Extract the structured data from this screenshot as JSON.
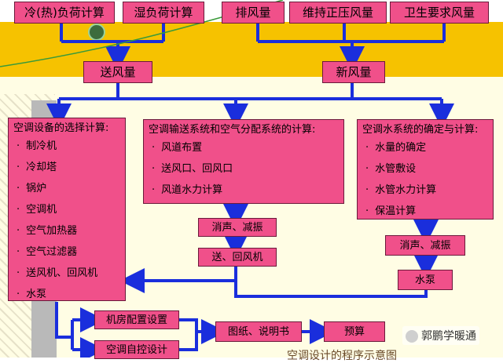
{
  "top_boxes": [
    "冷(热)负荷计算",
    "湿负荷计算",
    "排风量",
    "维持正压风量",
    "卫生要求风量"
  ],
  "middle_boxes": {
    "supply_air": "送风量",
    "fresh_air": "新风量"
  },
  "equipment": {
    "title": "空调设备的选择计算:",
    "items": [
      "制冷机",
      "冷却塔",
      "锅炉",
      "空调机",
      "空气加热器",
      "空气过滤器",
      "送风机、回风机",
      "水泵"
    ]
  },
  "air_system": {
    "title": "空调输送系统和空气分配系统的计算:",
    "items": [
      "风道布置",
      "送风口、回风口",
      "风道水力计算"
    ]
  },
  "water_system": {
    "title": "空调水系统的确定与计算:",
    "items": [
      "水量的确定",
      "水管敷设",
      "水管水力计算",
      "保温计算"
    ]
  },
  "air_chain": {
    "noise": "消声、减振",
    "fans": "送、回风机"
  },
  "water_chain": {
    "noise": "消声、减振",
    "pump": "水泵"
  },
  "final": {
    "room_layout": "机房配置设置",
    "auto_control": "空调自控设计",
    "drawings": "图纸、说明书",
    "budget": "预算"
  },
  "watermark": "郭鹏学暖通",
  "footer_partial": "空调设计的程序示意图",
  "colors": {
    "box": "#f0508a",
    "arrow": "#1a2edc",
    "band": "#f6c200"
  }
}
